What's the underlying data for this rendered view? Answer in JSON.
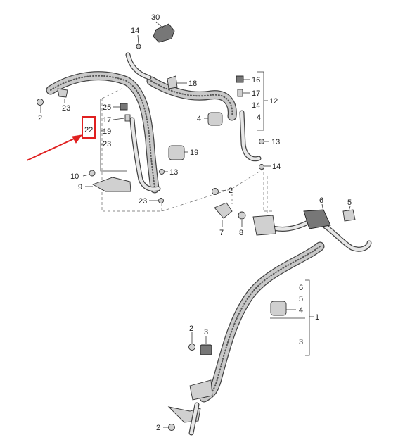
{
  "callouts": [
    {
      "id": "c30",
      "text": "30"
    },
    {
      "id": "c14a",
      "text": "14"
    },
    {
      "id": "c18",
      "text": "18"
    },
    {
      "id": "c2a",
      "text": "2"
    },
    {
      "id": "c23a",
      "text": "23"
    },
    {
      "id": "c25",
      "text": "25"
    },
    {
      "id": "c17a",
      "text": "17"
    },
    {
      "id": "c22",
      "text": "22"
    },
    {
      "id": "c19a",
      "text": "19"
    },
    {
      "id": "c23b",
      "text": "23"
    },
    {
      "id": "c19b",
      "text": "19"
    },
    {
      "id": "c10",
      "text": "10"
    },
    {
      "id": "c13a",
      "text": "13"
    },
    {
      "id": "c9",
      "text": "9"
    },
    {
      "id": "c23c",
      "text": "23"
    },
    {
      "id": "c16",
      "text": "16"
    },
    {
      "id": "c17b",
      "text": "17"
    },
    {
      "id": "c14b",
      "text": "14"
    },
    {
      "id": "c4a",
      "text": "4"
    },
    {
      "id": "c12",
      "text": "12"
    },
    {
      "id": "c4b",
      "text": "4"
    },
    {
      "id": "c13b",
      "text": "13"
    },
    {
      "id": "c14c",
      "text": "14"
    },
    {
      "id": "c2b",
      "text": "2"
    },
    {
      "id": "c6a",
      "text": "6"
    },
    {
      "id": "c5a",
      "text": "5"
    },
    {
      "id": "c7",
      "text": "7"
    },
    {
      "id": "c8",
      "text": "8"
    },
    {
      "id": "c6b",
      "text": "6"
    },
    {
      "id": "c5b",
      "text": "5"
    },
    {
      "id": "c4c",
      "text": "4"
    },
    {
      "id": "c1",
      "text": "1"
    },
    {
      "id": "c3a",
      "text": "3"
    },
    {
      "id": "c2c",
      "text": "2"
    },
    {
      "id": "c3b",
      "text": "3"
    },
    {
      "id": "c2d",
      "text": "2"
    }
  ],
  "highlight": {
    "label": "22",
    "color": "#e02020"
  }
}
